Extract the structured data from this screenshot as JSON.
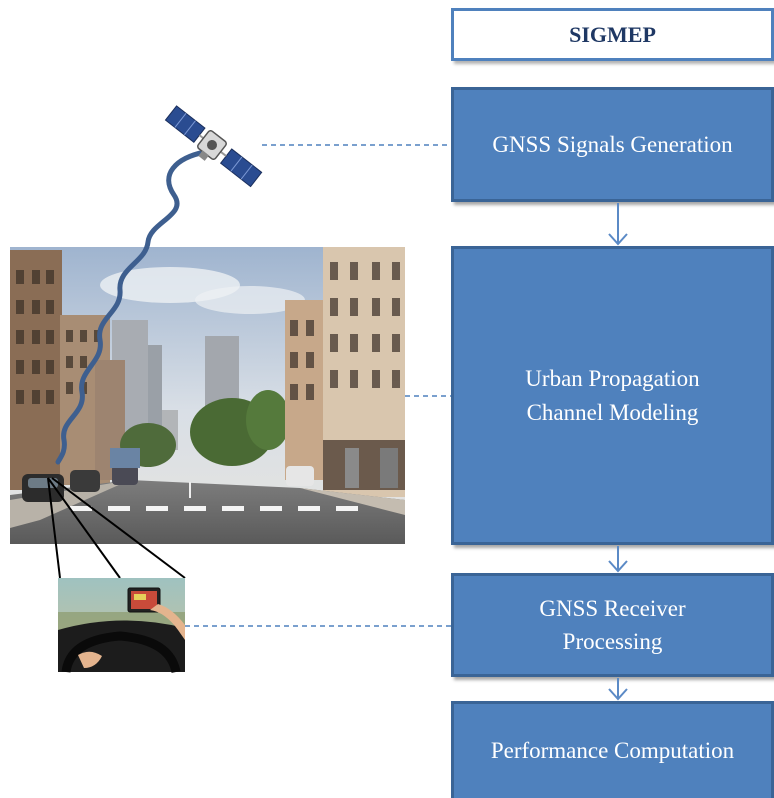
{
  "title": "SIGMEP",
  "blocks": {
    "generation": [
      "GNSS Signals Generation"
    ],
    "channel": [
      "Urban Propagation",
      "Channel Modeling"
    ],
    "receiver": [
      "GNSS Receiver",
      "Processing"
    ],
    "performance": [
      "Performance Computation"
    ]
  },
  "colors": {
    "block_fill": "#4f81bd",
    "block_border": "#3a6496",
    "title_text": "#1f3864",
    "connector": "#4f81bd"
  },
  "icons": [
    "satellite-icon",
    "signal-wave",
    "street-scene-image",
    "car-navigation-image"
  ]
}
